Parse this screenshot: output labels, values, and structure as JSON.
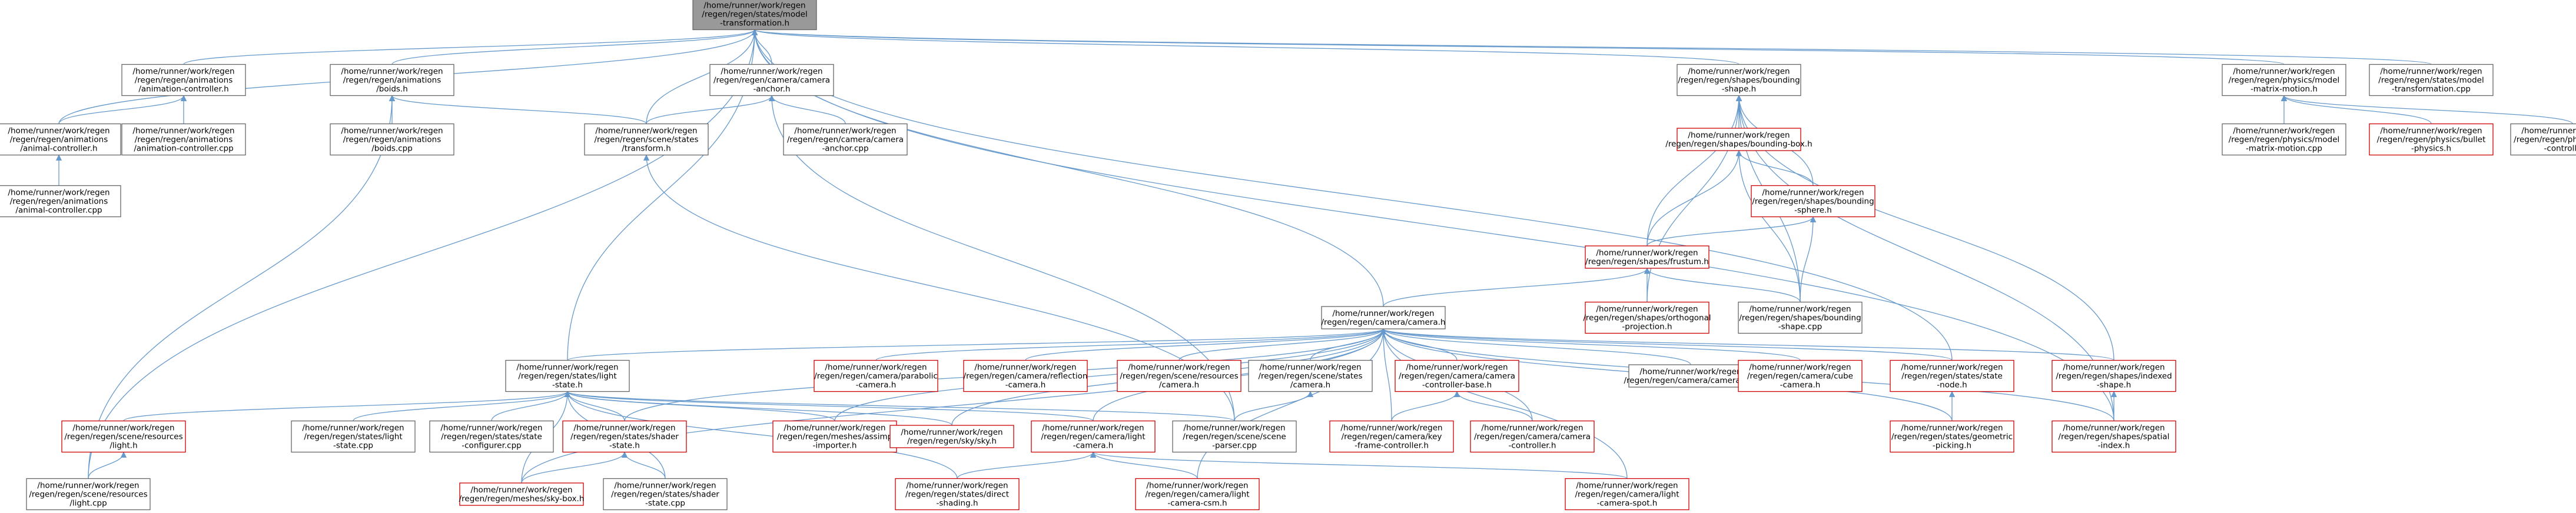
{
  "colors": {
    "edge": "#6699cc",
    "node_border_normal": "#666666",
    "node_border_warn": "#cc0000",
    "node_fill": "#ffffff",
    "root_fill": "#999999",
    "root_border": "#666666"
  },
  "nodes": [
    {
      "id": "root",
      "lines": [
        "/home/runner/work/regen",
        "/regen/regen/states/model",
        "-transformation.h"
      ],
      "style": "root"
    },
    {
      "id": "animctrl",
      "lines": [
        "/home/runner/work/regen",
        "/regen/regen/animations",
        "/animation-controller.h"
      ],
      "style": "normal"
    },
    {
      "id": "boids",
      "lines": [
        "/home/runner/work/regen",
        "/regen/regen/animations",
        "/boids.h"
      ],
      "style": "normal"
    },
    {
      "id": "camanchor",
      "lines": [
        "/home/runner/work/regen",
        "/regen/regen/camera/camera",
        "-anchor.h"
      ],
      "style": "normal"
    },
    {
      "id": "bounding",
      "lines": [
        "/home/runner/work/regen",
        "/regen/regen/shapes/bounding",
        "-shape.h"
      ],
      "style": "normal"
    },
    {
      "id": "matrixmotion",
      "lines": [
        "/home/runner/work/regen",
        "/regen/regen/physics/model",
        "-matrix-motion.h"
      ],
      "style": "normal"
    },
    {
      "id": "modeltranscpp",
      "lines": [
        "/home/runner/work/regen",
        "/regen/regen/states/model",
        "-transformation.cpp"
      ],
      "style": "normal"
    },
    {
      "id": "animalctrlh",
      "lines": [
        "/home/runner/work/regen",
        "/regen/regen/animations",
        "/animal-controller.h"
      ],
      "style": "normal"
    },
    {
      "id": "animctrlcpp",
      "lines": [
        "/home/runner/work/regen",
        "/regen/regen/animations",
        "/animation-controller.cpp"
      ],
      "style": "normal"
    },
    {
      "id": "boidscpp",
      "lines": [
        "/home/runner/work/regen",
        "/regen/regen/animations",
        "/boids.cpp"
      ],
      "style": "normal"
    },
    {
      "id": "scenetrans",
      "lines": [
        "/home/runner/work/regen",
        "/regen/regen/scene/states",
        "/transform.h"
      ],
      "style": "normal"
    },
    {
      "id": "camanchorcpp",
      "lines": [
        "/home/runner/work/regen",
        "/regen/regen/camera/camera",
        "-anchor.cpp"
      ],
      "style": "normal"
    },
    {
      "id": "bbox",
      "lines": [
        "/home/runner/work/regen",
        "/regen/regen/shapes/bounding-box.h"
      ],
      "style": "warn"
    },
    {
      "id": "matrixmotioncpp",
      "lines": [
        "/home/runner/work/regen",
        "/regen/regen/physics/model",
        "-matrix-motion.cpp"
      ],
      "style": "normal"
    },
    {
      "id": "bulletphys",
      "lines": [
        "/home/runner/work/regen",
        "/regen/regen/physics/bullet",
        "-physics.h"
      ],
      "style": "warn"
    },
    {
      "id": "impulse",
      "lines": [
        "/home/runner/work/regen",
        "/regen/regen/physics/impulse",
        "-controller.cpp"
      ],
      "style": "normal"
    },
    {
      "id": "animalctrlcpp",
      "lines": [
        "/home/runner/work/regen",
        "/regen/regen/animations",
        "/animal-controller.cpp"
      ],
      "style": "normal"
    },
    {
      "id": "bsphere",
      "lines": [
        "/home/runner/work/regen",
        "/regen/regen/shapes/bounding",
        "-sphere.h"
      ],
      "style": "warn"
    },
    {
      "id": "frustum",
      "lines": [
        "/home/runner/work/regen",
        "/regen/regen/shapes/frustum.h"
      ],
      "style": "warn"
    },
    {
      "id": "camera",
      "lines": [
        "/home/runner/work/regen",
        "/regen/regen/camera/camera.h"
      ],
      "style": "normal"
    },
    {
      "id": "ortho",
      "lines": [
        "/home/runner/work/regen",
        "/regen/regen/shapes/orthogonal",
        "-projection.h"
      ],
      "style": "warn"
    },
    {
      "id": "bshapecpp",
      "lines": [
        "/home/runner/work/regen",
        "/regen/regen/shapes/bounding",
        "-shape.cpp"
      ],
      "style": "normal"
    },
    {
      "id": "lightstate",
      "lines": [
        "/home/runner/work/regen",
        "/regen/regen/states/light",
        "-state.h"
      ],
      "style": "normal"
    },
    {
      "id": "parabolic",
      "lines": [
        "/home/runner/work/regen",
        "/regen/regen/camera/parabolic",
        "-camera.h"
      ],
      "style": "warn"
    },
    {
      "id": "reflection",
      "lines": [
        "/home/runner/work/regen",
        "/regen/regen/camera/reflection",
        "-camera.h"
      ],
      "style": "warn"
    },
    {
      "id": "rescamera",
      "lines": [
        "/home/runner/work/regen",
        "/regen/regen/scene/resources",
        "/camera.h"
      ],
      "style": "warn"
    },
    {
      "id": "scenecamera",
      "lines": [
        "/home/runner/work/regen",
        "/regen/regen/scene/states",
        "/camera.h"
      ],
      "style": "normal"
    },
    {
      "id": "camctrlbase",
      "lines": [
        "/home/runner/work/regen",
        "/regen/regen/camera/camera",
        "-controller-base.h"
      ],
      "style": "warn"
    },
    {
      "id": "cameracpp",
      "lines": [
        "/home/runner/work/regen",
        "/regen/regen/camera/camera.cpp"
      ],
      "style": "normal"
    },
    {
      "id": "cubecam",
      "lines": [
        "/home/runner/work/regen",
        "/regen/regen/camera/cube",
        "-camera.h"
      ],
      "style": "warn"
    },
    {
      "id": "statenode",
      "lines": [
        "/home/runner/work/regen",
        "/regen/regen/states/state",
        "-node.h"
      ],
      "style": "warn"
    },
    {
      "id": "indexed",
      "lines": [
        "/home/runner/work/regen",
        "/regen/regen/shapes/indexed",
        "-shape.h"
      ],
      "style": "warn"
    },
    {
      "id": "reslight",
      "lines": [
        "/home/runner/work/regen",
        "/regen/regen/scene/resources",
        "/light.h"
      ],
      "style": "warn"
    },
    {
      "id": "lightstatecpp",
      "lines": [
        "/home/runner/work/regen",
        "/regen/regen/states/light",
        "-state.cpp"
      ],
      "style": "normal"
    },
    {
      "id": "stateconfig",
      "lines": [
        "/home/runner/work/regen",
        "/regen/regen/states/state",
        "-configurer.cpp"
      ],
      "style": "normal"
    },
    {
      "id": "shaderstate",
      "lines": [
        "/home/runner/work/regen",
        "/regen/regen/states/shader",
        "-state.h"
      ],
      "style": "warn"
    },
    {
      "id": "assimp",
      "lines": [
        "/home/runner/work/regen",
        "/regen/regen/meshes/assimp",
        "-importer.h"
      ],
      "style": "warn"
    },
    {
      "id": "sky",
      "lines": [
        "/home/runner/work/regen",
        "/regen/regen/sky/sky.h"
      ],
      "style": "warn"
    },
    {
      "id": "lightcam",
      "lines": [
        "/home/runner/work/regen",
        "/regen/regen/camera/light",
        "-camera.h"
      ],
      "style": "warn"
    },
    {
      "id": "sceneparser",
      "lines": [
        "/home/runner/work/regen",
        "/regen/regen/scene/scene",
        "-parser.cpp"
      ],
      "style": "normal"
    },
    {
      "id": "keyframe",
      "lines": [
        "/home/runner/work/regen",
        "/regen/regen/camera/key",
        "-frame-controller.h"
      ],
      "style": "warn"
    },
    {
      "id": "camctrl",
      "lines": [
        "/home/runner/work/regen",
        "/regen/regen/camera/camera",
        "-controller.h"
      ],
      "style": "warn"
    },
    {
      "id": "geompick",
      "lines": [
        "/home/runner/work/regen",
        "/regen/regen/states/geometric",
        "-picking.h"
      ],
      "style": "warn"
    },
    {
      "id": "spatial",
      "lines": [
        "/home/runner/work/regen",
        "/regen/regen/shapes/spatial",
        "-index.h"
      ],
      "style": "warn"
    },
    {
      "id": "reslightcpp",
      "lines": [
        "/home/runner/work/regen",
        "/regen/regen/scene/resources",
        "/light.cpp"
      ],
      "style": "normal"
    },
    {
      "id": "skybox",
      "lines": [
        "/home/runner/work/regen",
        "/regen/regen/meshes/sky-box.h"
      ],
      "style": "warn"
    },
    {
      "id": "shaderstatecpp",
      "lines": [
        "/home/runner/work/regen",
        "/regen/regen/states/shader",
        "-state.cpp"
      ],
      "style": "normal"
    },
    {
      "id": "directshading",
      "lines": [
        "/home/runner/work/regen",
        "/regen/regen/states/direct",
        "-shading.h"
      ],
      "style": "warn"
    },
    {
      "id": "lightcamcsm",
      "lines": [
        "/home/runner/work/regen",
        "/regen/regen/camera/light",
        "-camera-csm.h"
      ],
      "style": "warn"
    },
    {
      "id": "lightcamspot",
      "lines": [
        "/home/runner/work/regen",
        "/regen/regen/camera/light",
        "-camera-spot.h"
      ],
      "style": "warn"
    }
  ],
  "edges": [
    [
      "animctrl",
      "root"
    ],
    [
      "boids",
      "root"
    ],
    [
      "camanchor",
      "root"
    ],
    [
      "bounding",
      "root"
    ],
    [
      "matrixmotion",
      "root"
    ],
    [
      "modeltranscpp",
      "root"
    ],
    [
      "animalctrlh",
      "root"
    ],
    [
      "scenetrans",
      "root"
    ],
    [
      "camera",
      "root"
    ],
    [
      "lightstate",
      "root"
    ],
    [
      "statenode",
      "root"
    ],
    [
      "spatial",
      "root"
    ],
    [
      "reslightcpp",
      "root"
    ],
    [
      "animalctrlh",
      "animctrl"
    ],
    [
      "animctrlcpp",
      "animctrl"
    ],
    [
      "animalctrlcpp",
      "animalctrlh"
    ],
    [
      "boidscpp",
      "boids"
    ],
    [
      "scenetrans",
      "boids"
    ],
    [
      "reslightcpp",
      "boids"
    ],
    [
      "camanchorcpp",
      "camanchor"
    ],
    [
      "scenetrans",
      "camanchor"
    ],
    [
      "sceneparser",
      "camanchor"
    ],
    [
      "sceneparser",
      "scenetrans"
    ],
    [
      "bbox",
      "bounding"
    ],
    [
      "bsphere",
      "bounding"
    ],
    [
      "frustum",
      "bounding"
    ],
    [
      "ortho",
      "bounding"
    ],
    [
      "bshapecpp",
      "bounding"
    ],
    [
      "indexed",
      "bounding"
    ],
    [
      "spatial",
      "bounding"
    ],
    [
      "frustum",
      "bbox"
    ],
    [
      "bsphere",
      "bbox"
    ],
    [
      "bshapecpp",
      "bbox"
    ],
    [
      "frustum",
      "bsphere"
    ],
    [
      "bshapecpp",
      "bsphere"
    ],
    [
      "camera",
      "frustum"
    ],
    [
      "ortho",
      "frustum"
    ],
    [
      "bshapecpp",
      "frustum"
    ],
    [
      "matrixmotioncpp",
      "matrixmotion"
    ],
    [
      "bulletphys",
      "matrixmotion"
    ],
    [
      "impulse",
      "matrixmotion"
    ],
    [
      "lightstate",
      "camera"
    ],
    [
      "parabolic",
      "camera"
    ],
    [
      "reflection",
      "camera"
    ],
    [
      "rescamera",
      "camera"
    ],
    [
      "scenecamera",
      "camera"
    ],
    [
      "camctrlbase",
      "camera"
    ],
    [
      "cameracpp",
      "camera"
    ],
    [
      "cubecam",
      "camera"
    ],
    [
      "statenode",
      "camera"
    ],
    [
      "indexed",
      "camera"
    ],
    [
      "lightcam",
      "camera"
    ],
    [
      "assimp",
      "camera"
    ],
    [
      "sky",
      "camera"
    ],
    [
      "skybox",
      "camera"
    ],
    [
      "keyframe",
      "camera"
    ],
    [
      "camctrl",
      "camera"
    ],
    [
      "geompick",
      "camera"
    ],
    [
      "spatial",
      "camera"
    ],
    [
      "lightcamcsm",
      "camera"
    ],
    [
      "lightcamspot",
      "camera"
    ],
    [
      "shaderstate",
      "camera"
    ],
    [
      "sceneparser",
      "scenecamera"
    ],
    [
      "keyframe",
      "camctrlbase"
    ],
    [
      "camctrl",
      "camctrlbase"
    ],
    [
      "geompick",
      "statenode"
    ],
    [
      "spatial",
      "indexed"
    ],
    [
      "reslight",
      "lightstate"
    ],
    [
      "lightstatecpp",
      "lightstate"
    ],
    [
      "stateconfig",
      "lightstate"
    ],
    [
      "shaderstate",
      "lightstate"
    ],
    [
      "assimp",
      "lightstate"
    ],
    [
      "sky",
      "lightstate"
    ],
    [
      "lightcam",
      "lightstate"
    ],
    [
      "sceneparser",
      "lightstate"
    ],
    [
      "skybox",
      "lightstate"
    ],
    [
      "shaderstatecpp",
      "lightstate"
    ],
    [
      "directshading",
      "lightstate"
    ],
    [
      "reslightcpp",
      "reslight"
    ],
    [
      "skybox",
      "shaderstate"
    ],
    [
      "shaderstatecpp",
      "shaderstate"
    ],
    [
      "directshading",
      "lightcam"
    ],
    [
      "lightcamcsm",
      "lightcam"
    ],
    [
      "lightcamspot",
      "lightcam"
    ]
  ]
}
